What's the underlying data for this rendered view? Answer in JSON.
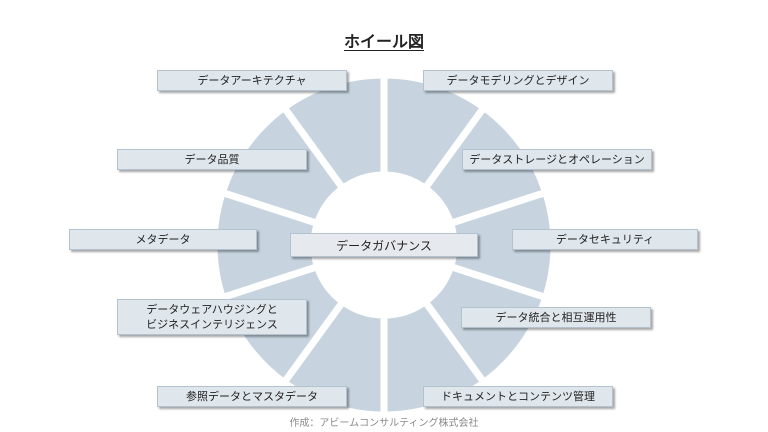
{
  "title": "ホイール図",
  "center": "データガバナンス",
  "segments": [
    {
      "label_lines": [
        "データモデリングとデザイン"
      ]
    },
    {
      "label_lines": [
        "データストレージとオペレーション"
      ]
    },
    {
      "label_lines": [
        "データセキュリティ"
      ]
    },
    {
      "label_lines": [
        "データ統合と相互運用性"
      ]
    },
    {
      "label_lines": [
        "ドキュメントとコンテンツ管理"
      ]
    },
    {
      "label_lines": [
        "参照データとマスタデータ"
      ]
    },
    {
      "label_lines": [
        "データウェアハウジングと",
        "ビジネスインテリジェンス"
      ]
    },
    {
      "label_lines": [
        "メタデータ"
      ]
    },
    {
      "label_lines": [
        "データ品質"
      ]
    },
    {
      "label_lines": [
        "データアーキテクチャ"
      ]
    }
  ],
  "credit": "作成：アビームコンサルティング株式会社",
  "colors": {
    "segment_fill": "#c7d4e0",
    "segment_divider": "#ffffff",
    "label_fill": "#dfe6ec",
    "label_border": "#b4c2cf"
  }
}
